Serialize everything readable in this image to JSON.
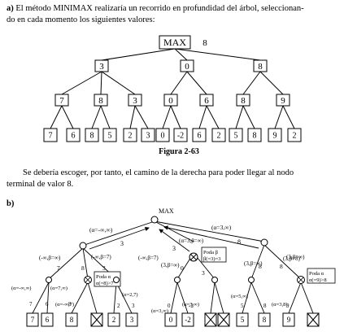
{
  "part_a": {
    "label": "a)",
    "text_line1": "El método MINIMAX realizaría un recorrido en profundidad del árbol, seleccionan-",
    "text_line2": "do en cada momento los siguientes valores:"
  },
  "tree_a": {
    "root": "MAX",
    "root_value": "8",
    "level1": [
      "3",
      "0",
      "8"
    ],
    "level2": [
      "7",
      "8",
      "3",
      "0",
      "6",
      "8",
      "9"
    ],
    "leaves": [
      "7",
      "6",
      "8",
      "5",
      "2",
      "3",
      "0",
      "-2",
      "6",
      "2",
      "5",
      "8",
      "9",
      "2"
    ]
  },
  "figure_caption": "Figura 2-63",
  "conclusion": {
    "line1": "Se debería escoger, por tanto, el camino de la derecha para poder llegar al nodo",
    "line2": "terminal de valor 8."
  },
  "part_b": {
    "label": "b)",
    "root": "MAX",
    "root_left_bounds": "(α=-∞,∞)",
    "root_right_bounds": "(α=3,∞)",
    "edge_values_level1": [
      "3",
      "3",
      "8"
    ],
    "node1_bounds": [
      "(-∞,β=∞)",
      "(α=3,β=∞)",
      "(3,β=∞)"
    ],
    "node1_inner_bounds": [
      "(-∞,β=7)",
      "(α=3,∞)"
    ],
    "node2_bounds": [
      "(-∞,β=7)",
      "(3,β=∞)",
      "(3,β=∞)",
      "(3,β=8)"
    ],
    "node3_bounds": [
      "(α=-∞,∞)",
      "(α=7,∞)",
      "(α=-∞,7)",
      "(α=2,7)",
      "(α=3,∞)",
      "(α=3,∞)",
      "(α=5,∞)",
      "(α=3,8)"
    ],
    "prune_boxes": [
      {
        "title": "Poda α",
        "detail": "α(=8)>7"
      },
      {
        "title": "Poda β",
        "detail": "β(=3)=3"
      },
      {
        "title": "Poda α",
        "detail": "α(=9)>8"
      }
    ],
    "edge_values_level2": [
      "7",
      "8",
      "3",
      "0",
      "3",
      "8",
      "8"
    ],
    "edge_values_level3": [
      "7",
      "6",
      "8",
      "2",
      "3",
      "0",
      "-2",
      "5",
      "8",
      "9"
    ],
    "leaves": [
      "7",
      "6",
      "8",
      "",
      "2",
      "3",
      "0",
      "-2",
      "",
      "",
      "5",
      "8",
      "9",
      ""
    ]
  }
}
